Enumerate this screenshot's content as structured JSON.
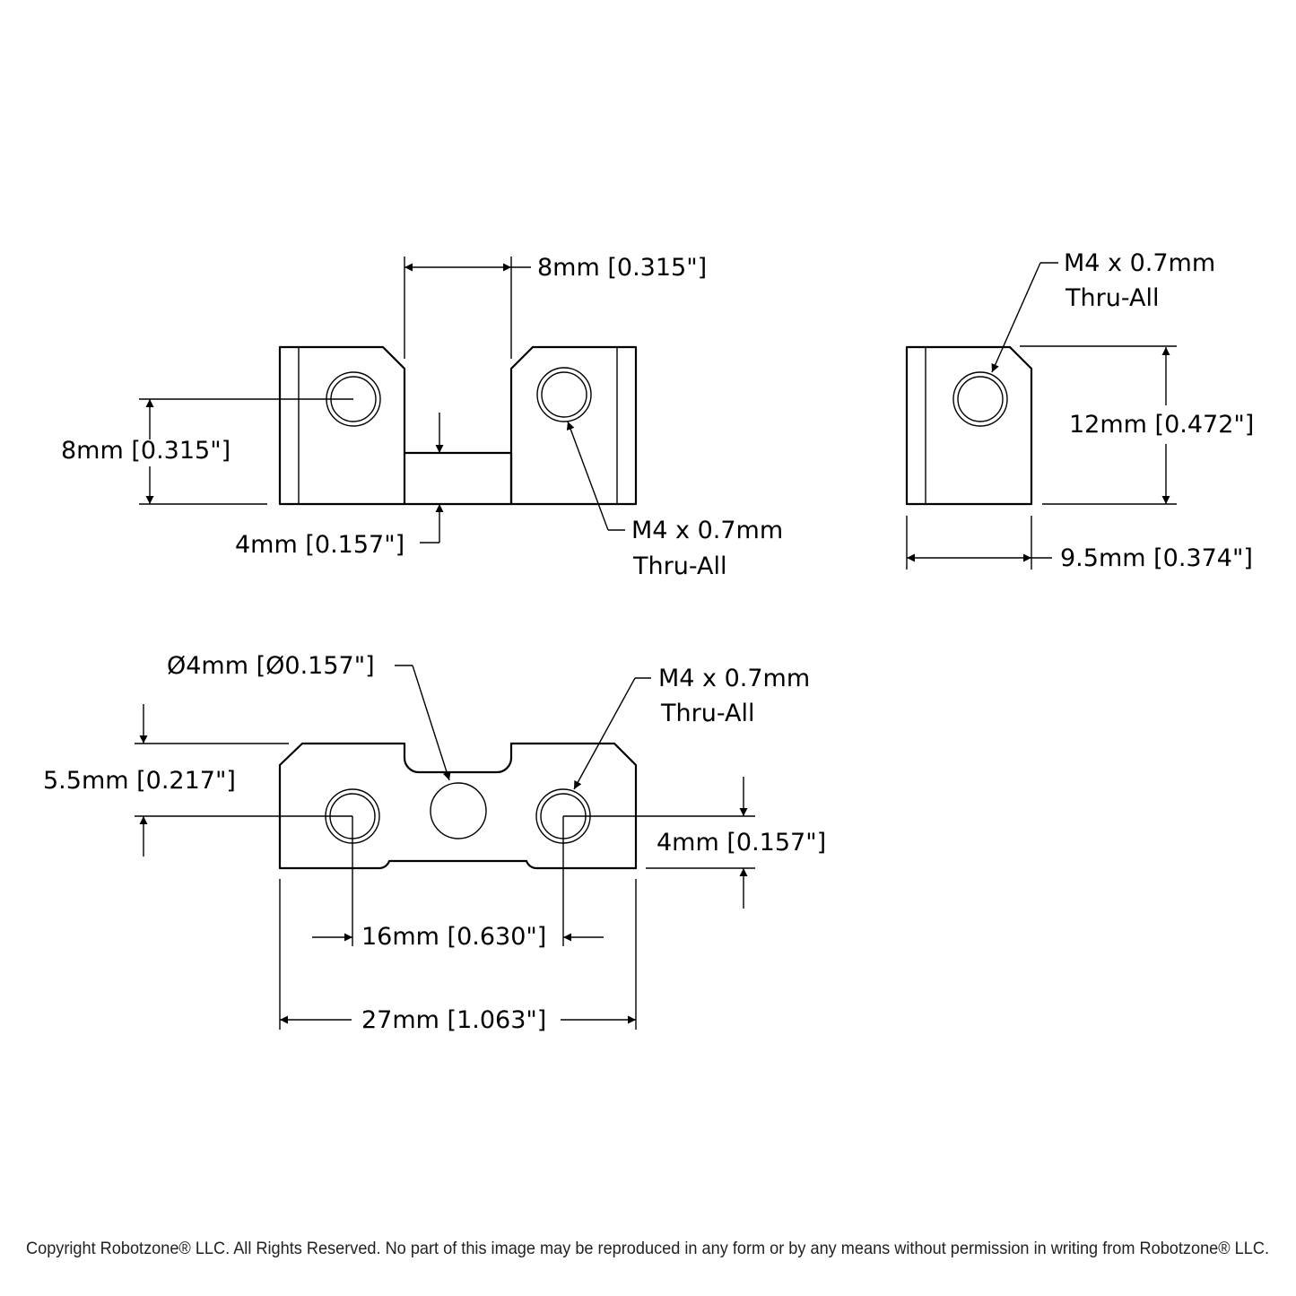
{
  "top_view": {
    "slot_width": "8mm [0.315\"]",
    "hole_height": "8mm [0.315\"]",
    "base_thickness": "4mm [0.157\"]",
    "thread_line1": "M4 x 0.7mm",
    "thread_line2": "Thru-All"
  },
  "side_view": {
    "thread_line1": "M4 x 0.7mm",
    "thread_line2": "Thru-All",
    "height": "12mm [0.472\"]",
    "depth": "9.5mm [0.374\"]"
  },
  "front_view": {
    "center_hole": "Ø4mm [Ø0.157\"]",
    "thread_line1": "M4 x 0.7mm",
    "thread_line2": "Thru-All",
    "hole_offset_top": "5.5mm [0.217\"]",
    "hole_offset_bottom": "4mm [0.157\"]",
    "hole_spacing": "16mm [0.630\"]",
    "overall_length": "27mm [1.063\"]"
  },
  "footer": {
    "copyright": "Copyright Robotzone® LLC.  All Rights Reserved. No part of this image may be reproduced in any form or by any means without permission in writing from Robotzone® LLC."
  }
}
